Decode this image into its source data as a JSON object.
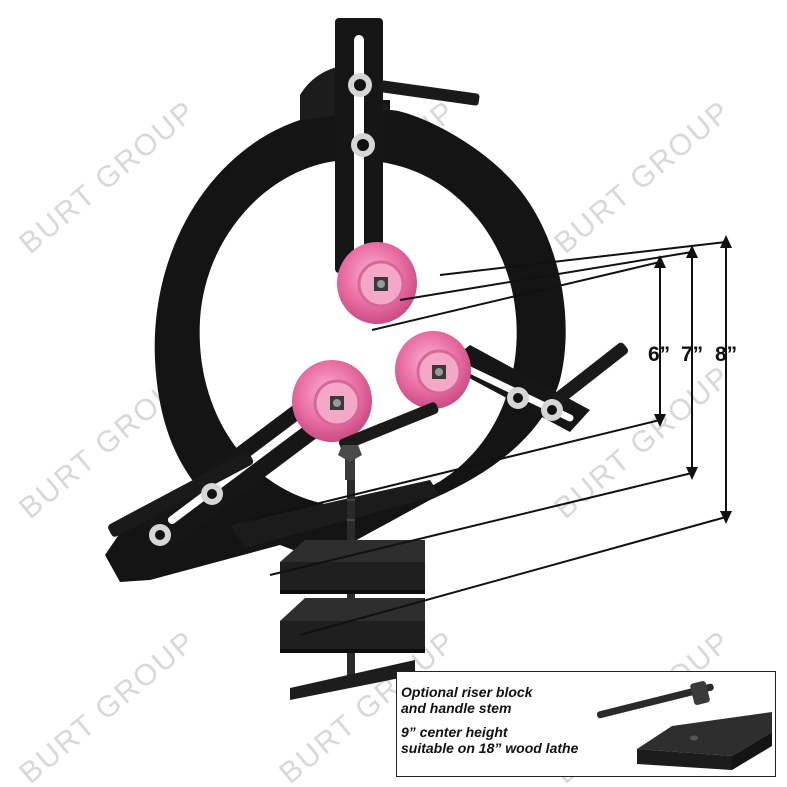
{
  "watermark": {
    "text": "BURT GROUP",
    "color": "#d8d8d8"
  },
  "dimensions": {
    "label_6": "6”",
    "label_7": "7”",
    "label_8": "8”"
  },
  "inset": {
    "line1": "Optional riser block",
    "line2": "and handle stem",
    "line3": "9” center height",
    "line4": "suitable on 18” wood lathe"
  },
  "colors": {
    "frame": "#111111",
    "wheel": "#ea6fa3",
    "wheel_hub": "#f5a9c8",
    "steel": "#9a9a9a"
  }
}
